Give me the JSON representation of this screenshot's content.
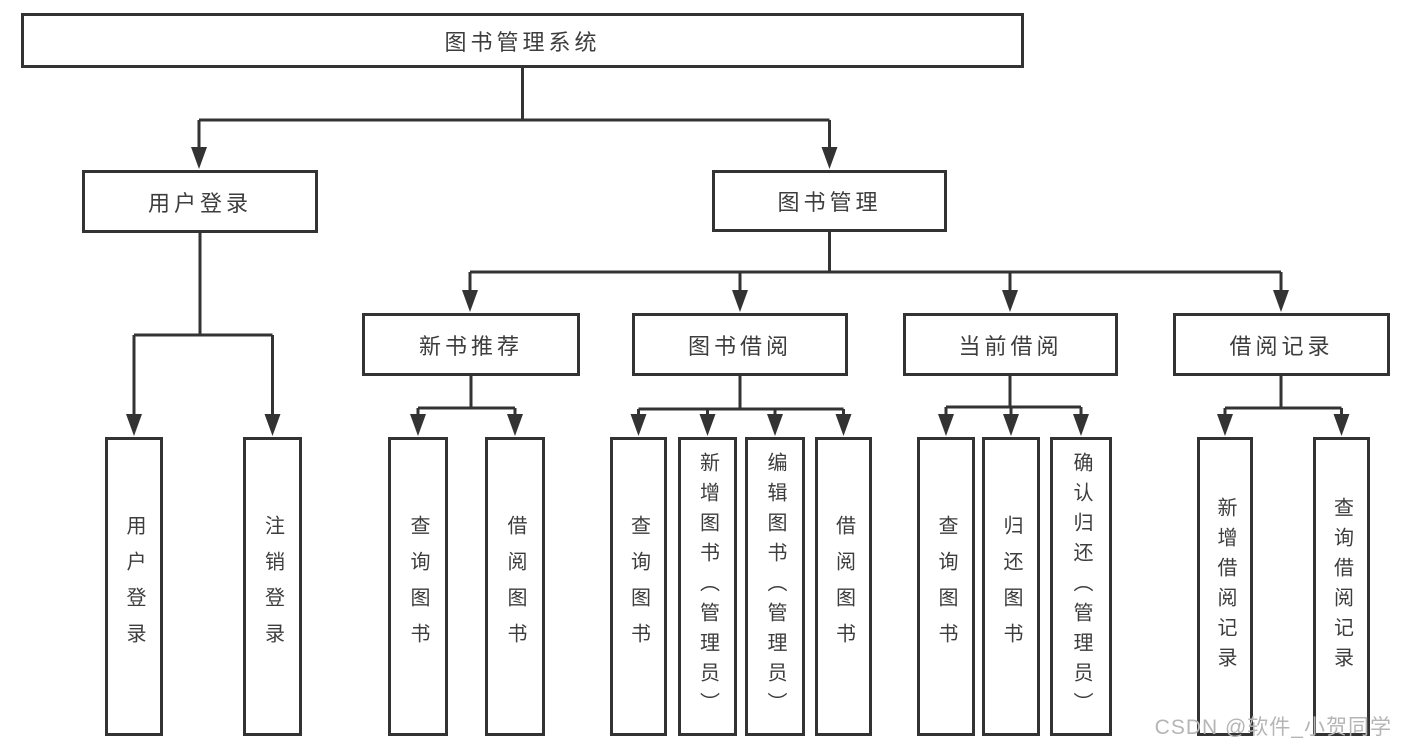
{
  "tree": {
    "root": {
      "label": "图书管理系统"
    },
    "level1": [
      {
        "label": "用户登录",
        "leaves": [
          {
            "label": "用户登录"
          },
          {
            "label": "注销登录"
          }
        ]
      },
      {
        "label": "图书管理",
        "modules": [
          {
            "label": "新书推荐",
            "leaves": [
              {
                "label": "查询图书"
              },
              {
                "label": "借阅图书"
              }
            ]
          },
          {
            "label": "图书借阅",
            "leaves": [
              {
                "label": "查询图书"
              },
              {
                "label": "新增图书（管理员）"
              },
              {
                "label": "编辑图书（管理员）"
              },
              {
                "label": "借阅图书"
              }
            ]
          },
          {
            "label": "当前借阅",
            "leaves": [
              {
                "label": "查询图书"
              },
              {
                "label": "归还图书"
              },
              {
                "label": "确认归还（管理员）"
              }
            ]
          },
          {
            "label": "借阅记录",
            "leaves": [
              {
                "label": "新增借阅记录"
              },
              {
                "label": "查询借阅记录"
              }
            ]
          }
        ]
      }
    ]
  },
  "watermark": {
    "text": "CSDN @软件_小贺同学"
  },
  "colors": {
    "line": "#333333",
    "text": "#3d3d3d",
    "background": "#ffffff",
    "watermark": "#b5b5b5"
  }
}
